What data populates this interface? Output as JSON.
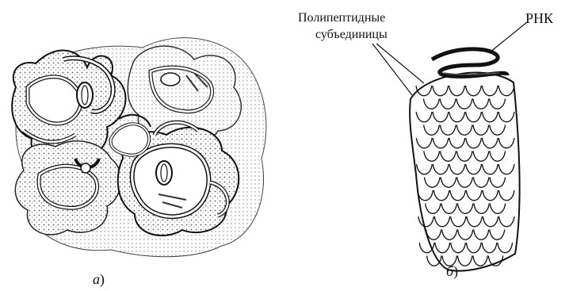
{
  "figure": {
    "left_panel": {
      "caption_letter": "а",
      "caption_paren": ")"
    },
    "right_panel": {
      "caption_letter": "б",
      "caption_paren": ")",
      "label_polypeptide_line1": "Полипептидные",
      "label_polypeptide_line2": "субъединицы",
      "label_rna": "РНК"
    }
  },
  "colors": {
    "ink": "#111111",
    "paper": "#ffffff",
    "shade": "#d9d9d9"
  }
}
